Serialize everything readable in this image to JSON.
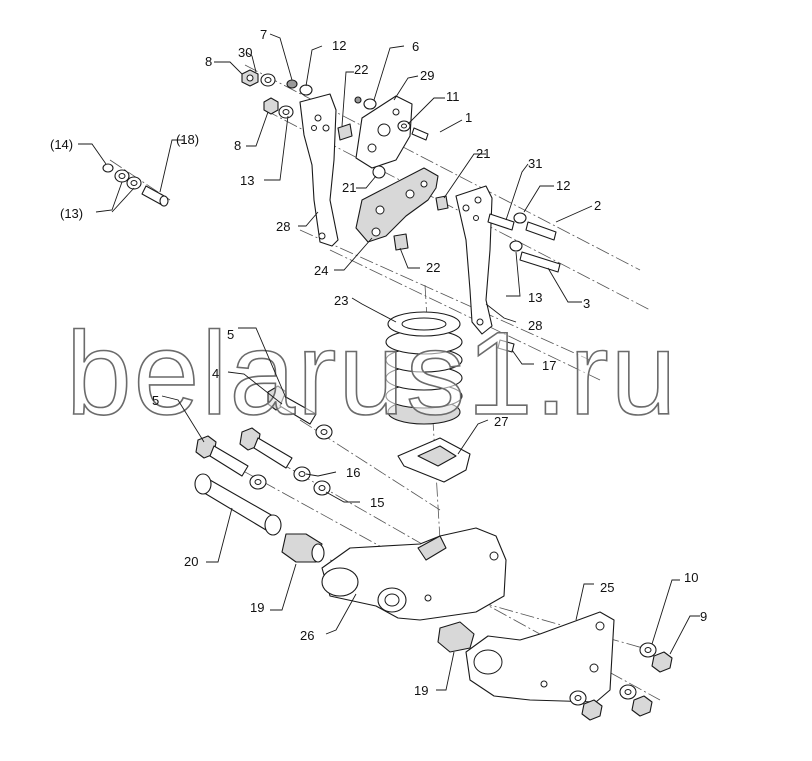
{
  "watermark": "belarus1.ru",
  "callouts": {
    "c1": "1",
    "c2": "2",
    "c3": "3",
    "c4": "4",
    "c5a": "5",
    "c5b": "5",
    "c6": "6",
    "c7": "7",
    "c8a": "8",
    "c8b": "8",
    "c9": "9",
    "c10": "10",
    "c11": "11",
    "c12a": "12",
    "c12b": "12",
    "c13a": "13",
    "c13b": "13",
    "c13c": "(13)",
    "c14": "(14)",
    "c15": "15",
    "c16": "16",
    "c17": "17",
    "c18": "(18)",
    "c19a": "19",
    "c19b": "19",
    "c20": "20",
    "c21a": "21",
    "c21b": "21",
    "c22a": "22",
    "c22b": "22",
    "c23": "23",
    "c24": "24",
    "c25": "25",
    "c26": "26",
    "c27": "27",
    "c28a": "28",
    "c28b": "28",
    "c29": "29",
    "c30": "30",
    "c31": "31"
  }
}
